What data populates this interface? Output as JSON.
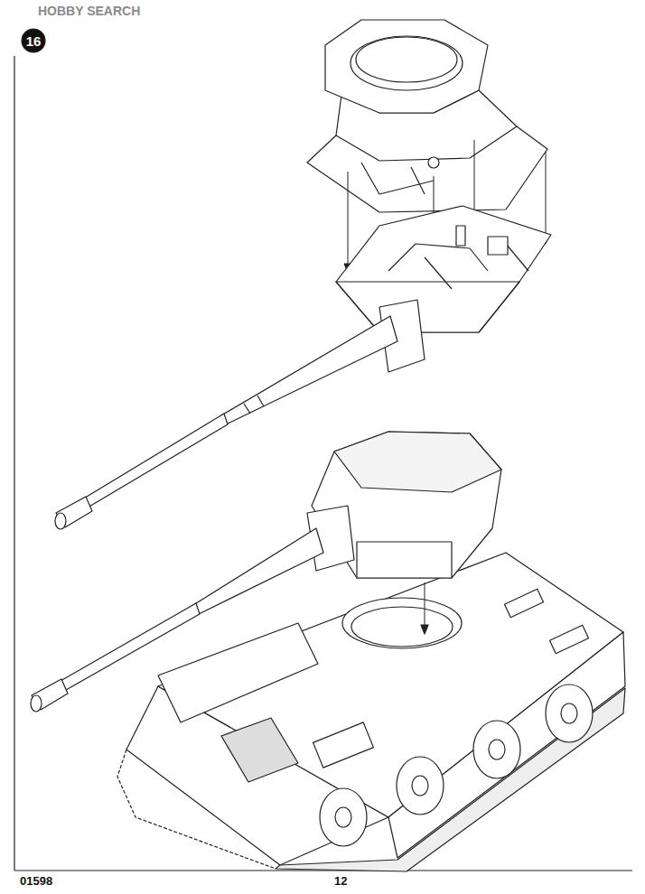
{
  "diagram": {
    "labels": [
      "HOBBY SEARCH",
      "16",
      "01598",
      "12"
    ]
  }
}
